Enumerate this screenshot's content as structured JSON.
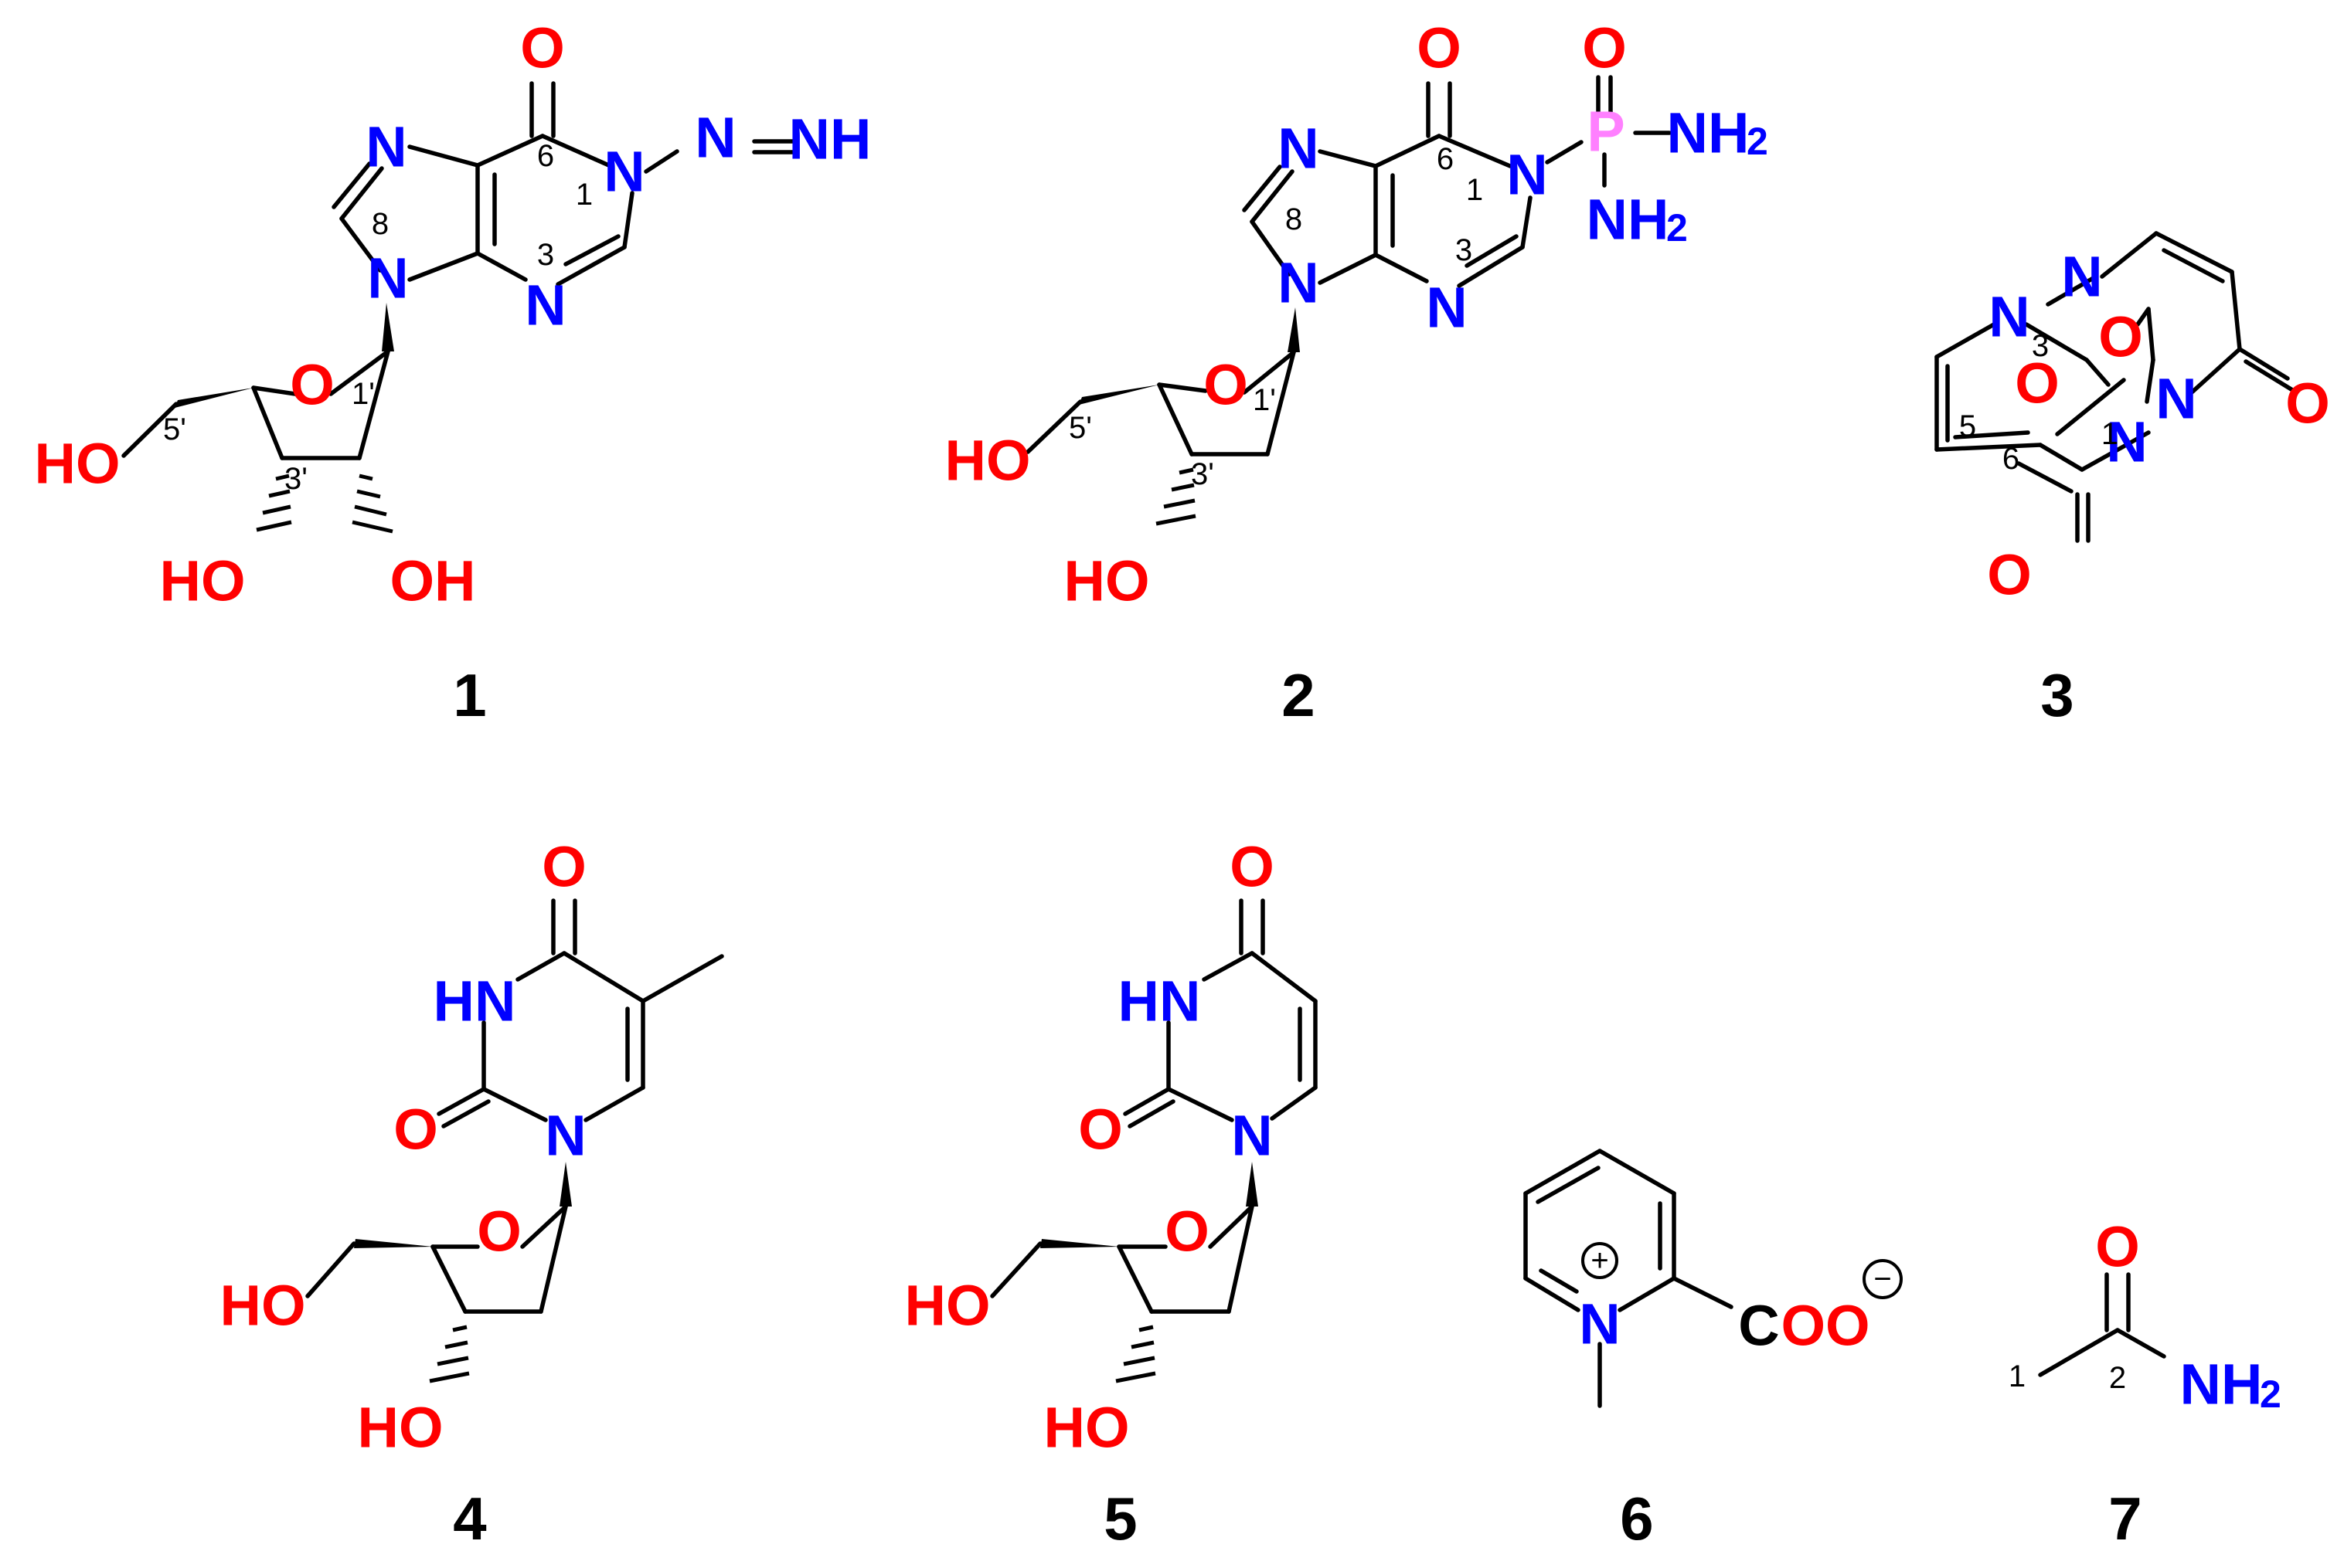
{
  "colors": {
    "oxygen": "#ff0000",
    "nitrogen": "#0000ff",
    "phosphorus": "#ff80ff",
    "carbon": "#000000"
  },
  "compounds": [
    {
      "id": "1",
      "labels": {
        "o6": "O",
        "n1": "N",
        "n_azo": "N",
        "nh_azo": "NH",
        "n7": "N",
        "n3": "N",
        "n9": "N",
        "o_ring": "O",
        "ho5": "HO",
        "ho3": "HO",
        "oh2": "OH"
      },
      "locants": {
        "c6": "6",
        "n1": "1",
        "c8": "8",
        "n3": "3",
        "c1p": "1'",
        "c3p": "3'",
        "c5p": "5'"
      }
    },
    {
      "id": "2",
      "labels": {
        "o6": "O",
        "n1": "N",
        "p": "P",
        "po": "O",
        "nh2a": "NH",
        "nh2a_sub": "2",
        "nh2b": "NH",
        "nh2b_sub": "2",
        "n7": "N",
        "n3": "N",
        "n9": "N",
        "o_ring": "O",
        "ho5": "HO",
        "ho3": "HO"
      },
      "locants": {
        "c6": "6",
        "n1": "1",
        "c8": "8",
        "n3": "3",
        "c1p": "1'",
        "c3p": "3'",
        "c5p": "5'"
      }
    },
    {
      "id": "3",
      "labels": {
        "n_top": "N",
        "n3": "N",
        "o_inner1": "O",
        "o_inner2": "O",
        "n_right": "N",
        "o_right": "O",
        "n1": "N",
        "o_bottom": "O"
      },
      "locants": {
        "n3": "3",
        "c5": "5",
        "n1": "1",
        "c6": "6"
      }
    },
    {
      "id": "4",
      "labels": {
        "o4": "O",
        "hn": "HN",
        "o2": "O",
        "n1": "N",
        "o_ring": "O",
        "ho5": "HO",
        "ho3": "HO"
      }
    },
    {
      "id": "5",
      "labels": {
        "o4": "O",
        "hn": "HN",
        "o2": "O",
        "n1": "N",
        "o_ring": "O",
        "ho5": "HO",
        "ho3": "HO"
      }
    },
    {
      "id": "6",
      "labels": {
        "n": "N",
        "plus": "+",
        "c": "C",
        "oo": "OO",
        "minus": "−"
      }
    },
    {
      "id": "7",
      "labels": {
        "o": "O",
        "nh2": "NH",
        "nh2_sub": "2"
      },
      "locants": {
        "c1": "1",
        "c2": "2"
      }
    }
  ]
}
